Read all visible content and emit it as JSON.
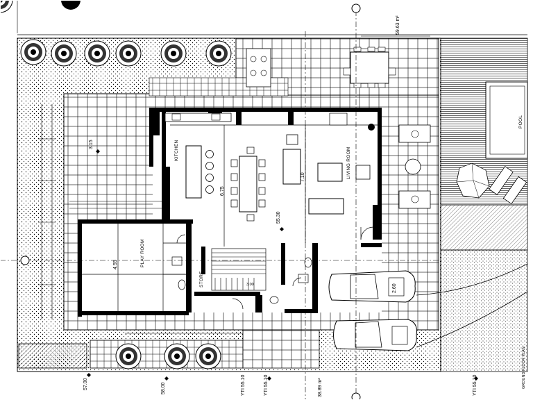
{
  "rooms": {
    "kitchen": "KITCHEN",
    "living_room": "LIVING ROOM",
    "play_room": "PLAY ROOM",
    "store": "STORE",
    "pool": "POOL"
  },
  "areas": {
    "top": "59.63 m²",
    "bottom": "38.89 m²"
  },
  "levels": {
    "main": "55.30",
    "kitchen": "6.75",
    "living": "7.10",
    "play": "4.55",
    "left": "3.15",
    "bottom_left_1": "57.00",
    "bottom_left_2": "58.00",
    "bottom_mid": "YTI 55.10",
    "bottom_mid2": "YTI 55.10",
    "bottom_right": "YTI 55.10",
    "garage": "2.60",
    "stair": "3.00"
  },
  "caption": "GROUND FLOOR PLAN"
}
